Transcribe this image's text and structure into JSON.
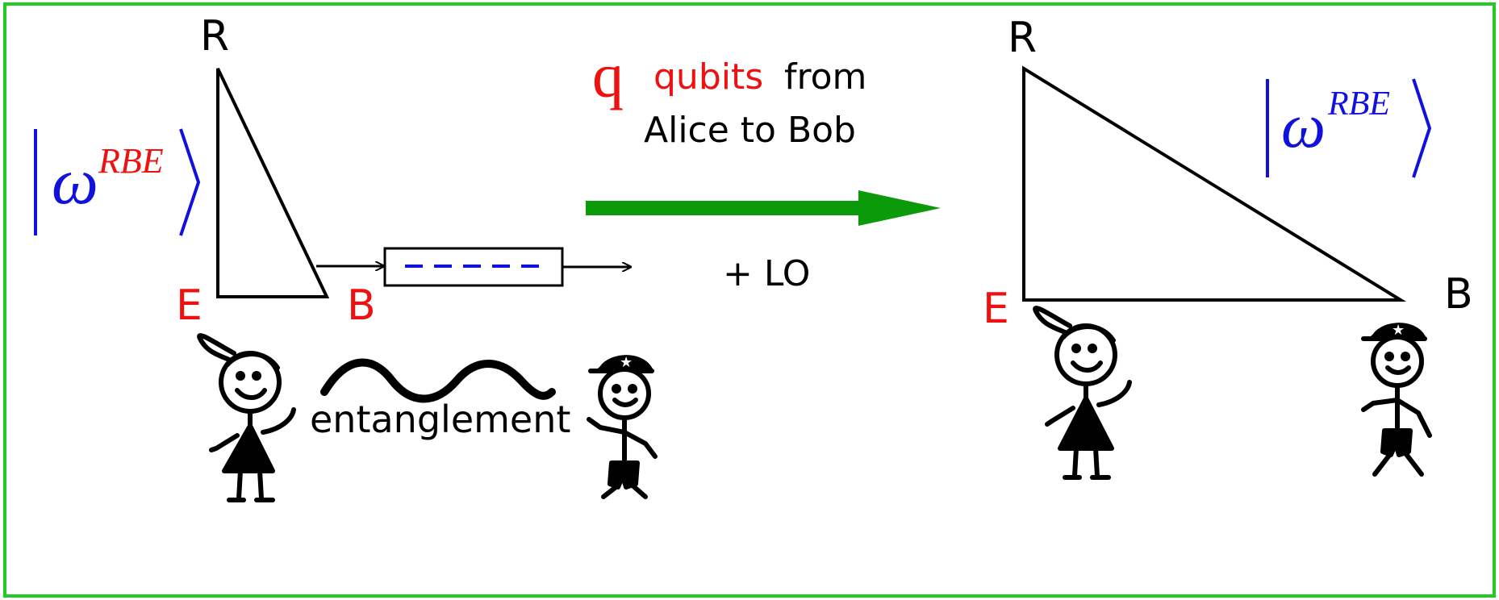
{
  "left": {
    "vertex_r": "R",
    "vertex_e": "E",
    "vertex_b": "B",
    "ket": {
      "symbol": "ω",
      "superscript": "RBE"
    }
  },
  "transfer": {
    "count_symbol": "q",
    "qubits_word": "qubits",
    "from_word": "from",
    "line2": "Alice to Bob",
    "extra": "+ LO"
  },
  "entanglement_label": "entanglement",
  "right": {
    "vertex_r": "R",
    "vertex_e": "E",
    "vertex_b": "B",
    "ket": {
      "symbol": "ω",
      "superscript": "RBE"
    }
  },
  "colors": {
    "frame": "#22cc22",
    "arrow": "#0a9a0a",
    "red": "#ee1111",
    "blue": "#1111dd",
    "black": "#000000"
  }
}
